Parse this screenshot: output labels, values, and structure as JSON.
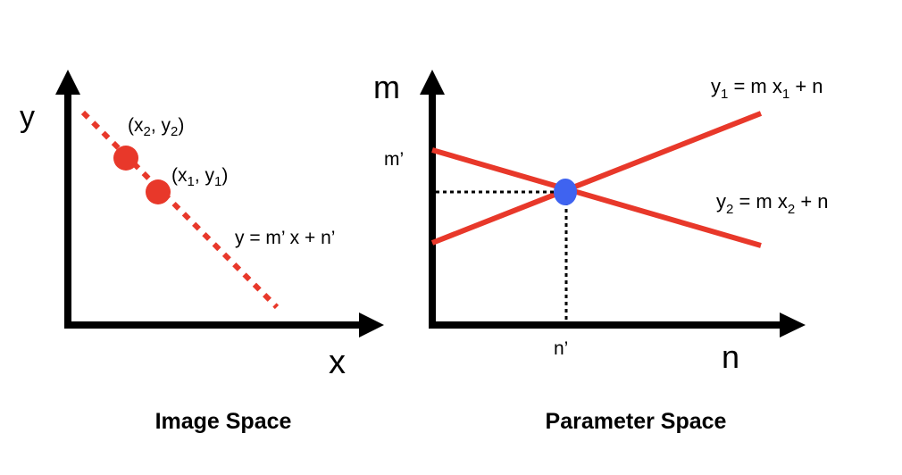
{
  "image_space": {
    "title": "Image Space",
    "axis_x_label": "x",
    "axis_y_label": "y",
    "point2": {
      "open": "(x",
      "sub1": "2",
      "mid": ", y",
      "sub2": "2",
      "close": ")"
    },
    "point1": {
      "open": "(x",
      "sub1": "1",
      "mid": ", y",
      "sub2": "1",
      "close": ")"
    },
    "line_equation": "y = m’ x + n’"
  },
  "parameter_space": {
    "title": "Parameter Space",
    "axis_x_label": "n",
    "axis_y_label": "m",
    "m_prime": "m’",
    "n_prime": "n’",
    "eq1": {
      "a": "y",
      "s1": "1",
      "b": " = m x",
      "s2": "1",
      "c": " + n"
    },
    "eq2": {
      "a": "y",
      "s1": "2",
      "b": " = m x",
      "s2": "2",
      "c": " + n"
    }
  },
  "colors": {
    "line": "#e8382a",
    "intersection": "#3f63f0",
    "axis": "#000000"
  }
}
